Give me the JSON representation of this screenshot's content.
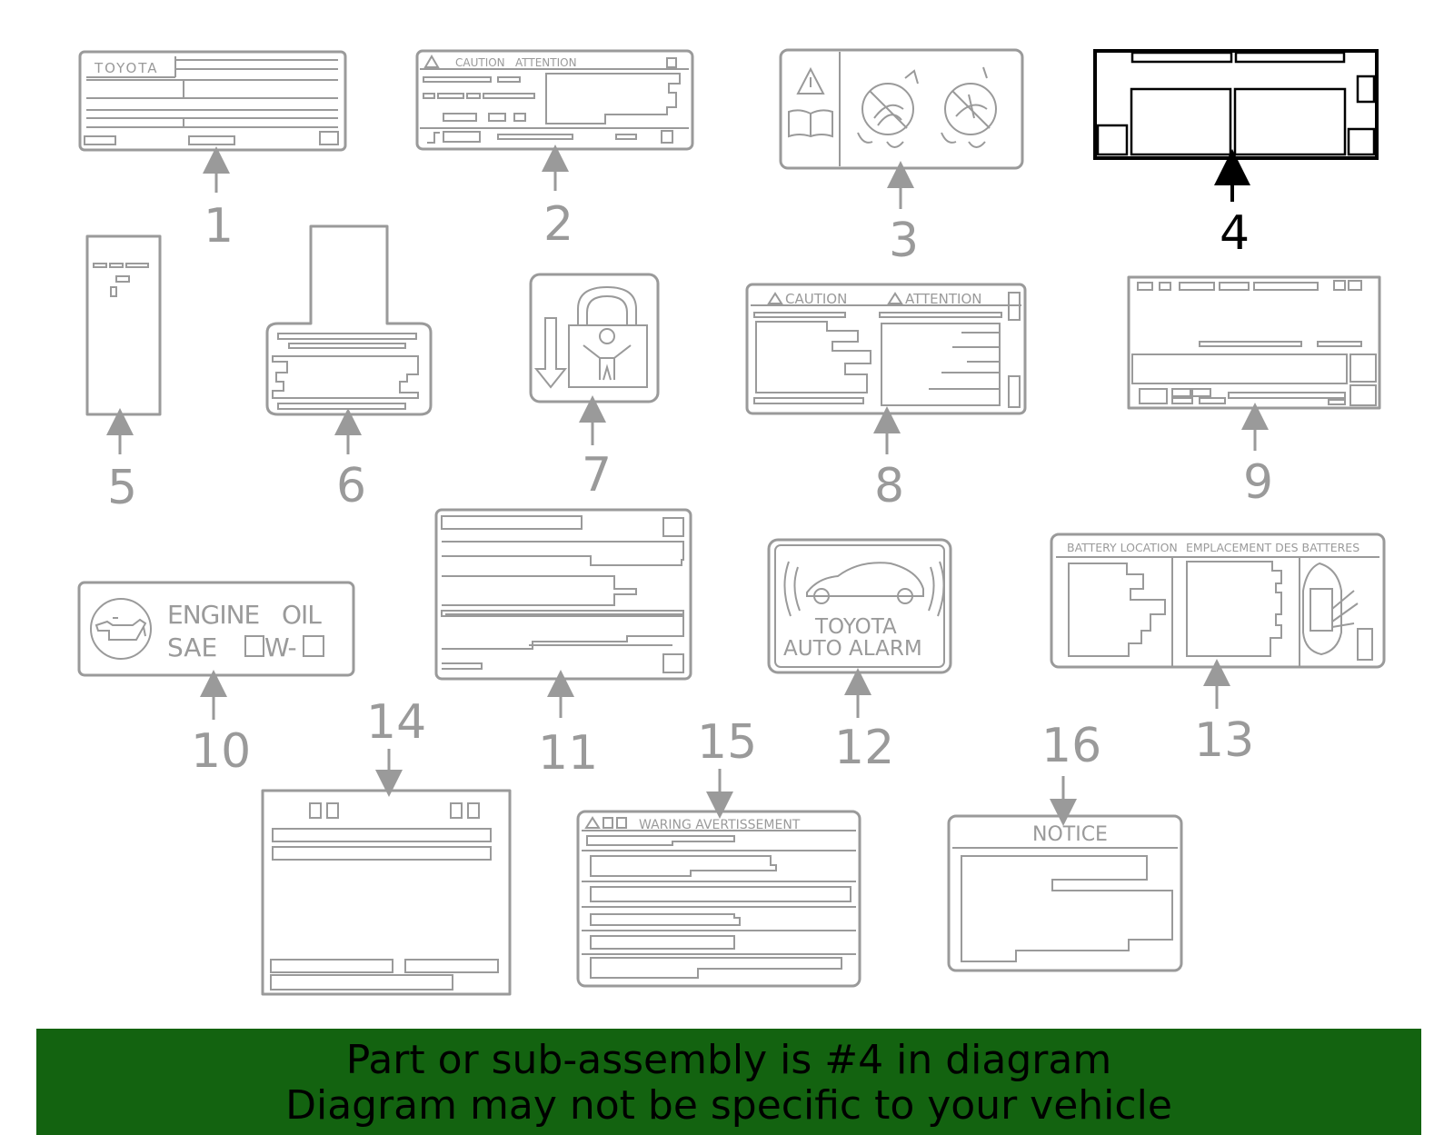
{
  "diagram": {
    "parts": [
      {
        "number": "1",
        "texts": [
          "TOYOTA"
        ]
      },
      {
        "number": "2",
        "texts": [
          "CAUTION",
          "ATTENTION"
        ]
      },
      {
        "number": "3",
        "texts": []
      },
      {
        "number": "4",
        "texts": [],
        "highlighted": true
      },
      {
        "number": "5",
        "texts": []
      },
      {
        "number": "6",
        "texts": []
      },
      {
        "number": "7",
        "texts": []
      },
      {
        "number": "8",
        "texts": [
          "CAUTION",
          "ATTENTION"
        ]
      },
      {
        "number": "9",
        "texts": []
      },
      {
        "number": "10",
        "texts": [
          "ENGINE",
          "OIL",
          "SAE",
          "W-"
        ]
      },
      {
        "number": "11",
        "texts": []
      },
      {
        "number": "12",
        "texts": [
          "TOYOTA",
          "AUTO ALARM"
        ]
      },
      {
        "number": "13",
        "texts": [
          "BATTERY LOCATION",
          "EMPLACEMENT DES BATTERES"
        ]
      },
      {
        "number": "14",
        "texts": []
      },
      {
        "number": "15",
        "texts": [
          "WARING AVERTISSEMENT"
        ]
      },
      {
        "number": "16",
        "texts": [
          "NOTICE"
        ]
      }
    ],
    "colors": {
      "line": "#9a9a9a",
      "highlight": "#000000",
      "banner_bg": "#136310",
      "banner_text": "#000000"
    }
  },
  "banner": {
    "line1": "Part or sub-assembly is #4 in diagram",
    "line2": "Diagram may not be specific to your vehicle"
  }
}
